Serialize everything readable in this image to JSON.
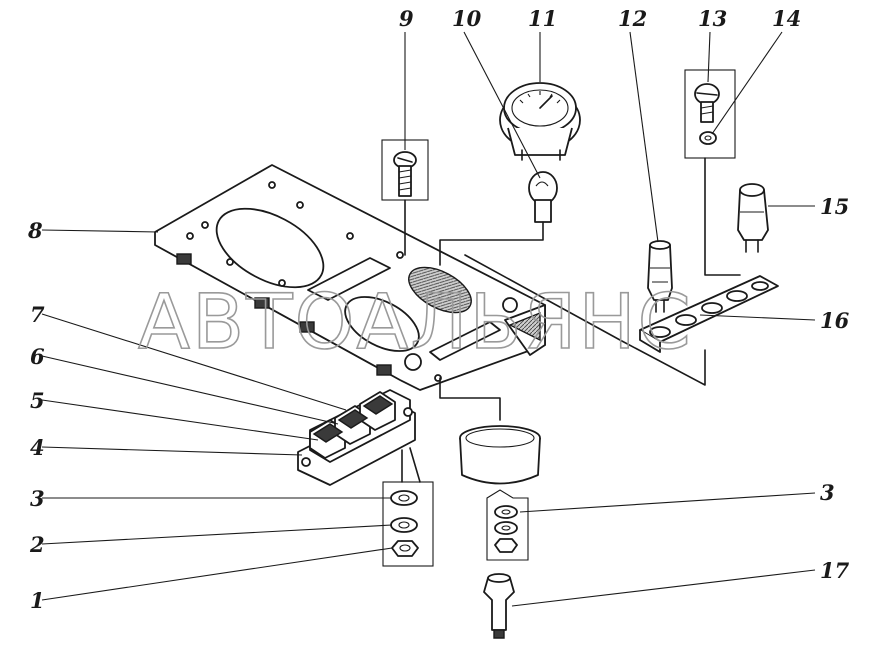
{
  "watermark": "АВТОАЛЬЯНС",
  "callouts": {
    "c1": "1",
    "c2": "2",
    "c3a": "3",
    "c3b": "3",
    "c4": "4",
    "c5": "5",
    "c6": "6",
    "c7": "7",
    "c8": "8",
    "c9": "9",
    "c10": "10",
    "c11": "11",
    "c12": "12",
    "c13": "13",
    "c14": "14",
    "c15": "15",
    "c16": "16",
    "c17": "17"
  }
}
